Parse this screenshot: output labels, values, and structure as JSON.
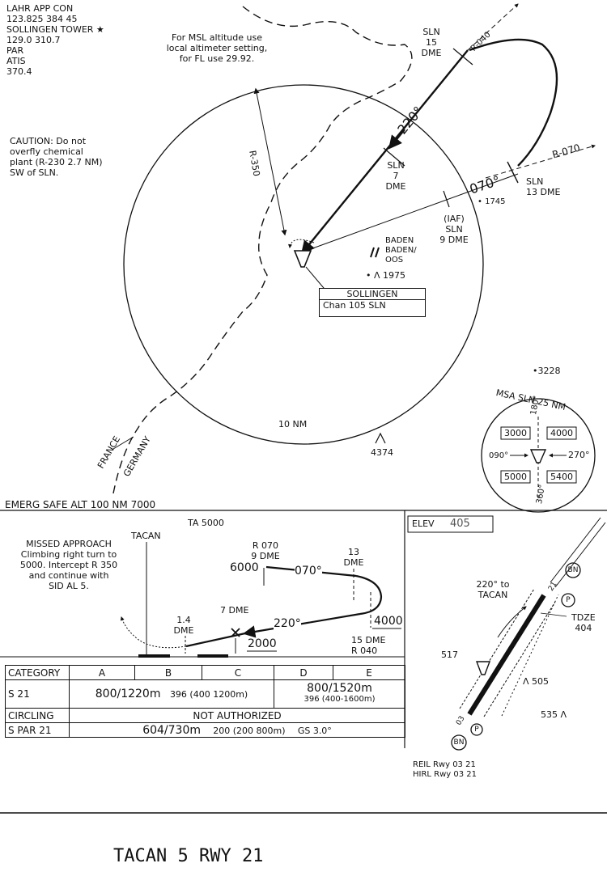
{
  "comms": {
    "lines": [
      "LAHR APP CON",
      "123.825  384 45",
      "SOLLINGEN TOWER ★",
      "129.0   310.7",
      "PAR",
      "ATIS",
      "370.4"
    ]
  },
  "altimeter_note": [
    "For MSL altitude use",
    "local altimeter setting,",
    "for FL use 29.92."
  ],
  "caution_note": [
    "CAUTION: Do not",
    "overfly chemical",
    "plant (R-230 2.7 NM)",
    "SW of SLN."
  ],
  "plan": {
    "radial_350": "R-350",
    "course_220": "220°",
    "sln15": [
      "SLN",
      "15",
      "DME"
    ],
    "r040": "R-040",
    "sln7": [
      "SLN",
      "7",
      "DME"
    ],
    "course_070": "070°",
    "r070": "R-070",
    "sln13": [
      "SLN",
      "13 DME"
    ],
    "elev_1745": "• 1745",
    "iaf": [
      "(IAF)",
      "SLN",
      "9 DME"
    ],
    "baden": [
      "BADEN",
      "BADEN/",
      "OOS"
    ],
    "obst_1975": "• Λ 1975",
    "navaid_name": "SOLLINGEN",
    "navaid_chan": "Chan 105 SLN",
    "range_ring": "10 NM",
    "elev_3228": "•3228",
    "obst_4374": "4374",
    "france": "FRANCE",
    "germany": "GERMANY",
    "emerg": "EMERG SAFE ALT 100 NM 7000"
  },
  "msa": {
    "title": "MSA  SLN  25 NM",
    "b180": "180°",
    "b360": "360°",
    "b090": "090°",
    "b270": "270°",
    "alt_nw": "3000",
    "alt_ne": "4000",
    "alt_sw": "5000",
    "alt_se": "5400"
  },
  "profile": {
    "ta": "TA 5000",
    "missed": [
      "MISSED APPROACH",
      "Climbing right turn to",
      "5000. Intercept R 350",
      "and continue with",
      "SID AL 5."
    ],
    "tacan": "TACAN",
    "r070_9dme": [
      "R 070",
      "9 DME"
    ],
    "alt_6000": "6000",
    "course_070": "070°",
    "dme13": [
      "13",
      "DME"
    ],
    "dme7": "7 DME",
    "course_220": "220°",
    "alt_4000": "4000",
    "dme14": [
      "1.4",
      "DME"
    ],
    "alt_2000": "2000",
    "dme15": [
      "15 DME",
      "R 040"
    ]
  },
  "minimums": {
    "category_label": "CATEGORY",
    "cats": [
      "A",
      "B",
      "C",
      "D",
      "E"
    ],
    "s21_label": "S 21",
    "s21_abc_main": "800/1220m",
    "s21_abc_sub": "396  (400 1200m)",
    "s21_de_main": "800/1520m",
    "s21_de_sub": "396  (400-1600m)",
    "circling_label": "CIRCLING",
    "circling_value": "NOT AUTHORIZED",
    "spar_label": "S PAR 21",
    "spar_main": "604/730m",
    "spar_sub": "200   (200 800m)",
    "spar_gs": "GS 3.0°"
  },
  "airport": {
    "elev_label": "ELEV",
    "elev_value": "405",
    "approach_note": [
      "220° to",
      "TACAN"
    ],
    "bn": "BN",
    "p": "P",
    "tdze": [
      "TDZE",
      "404"
    ],
    "obst_517": "517",
    "obst_505": "Λ 505",
    "obst_535": "535 Λ",
    "rwy_21": "21",
    "rwy_03": "03",
    "lighting": [
      "REIL Rwy 03 21",
      "HIRL Rwy 03 21"
    ]
  },
  "footer_title": "TACAN 5  RWY 21"
}
